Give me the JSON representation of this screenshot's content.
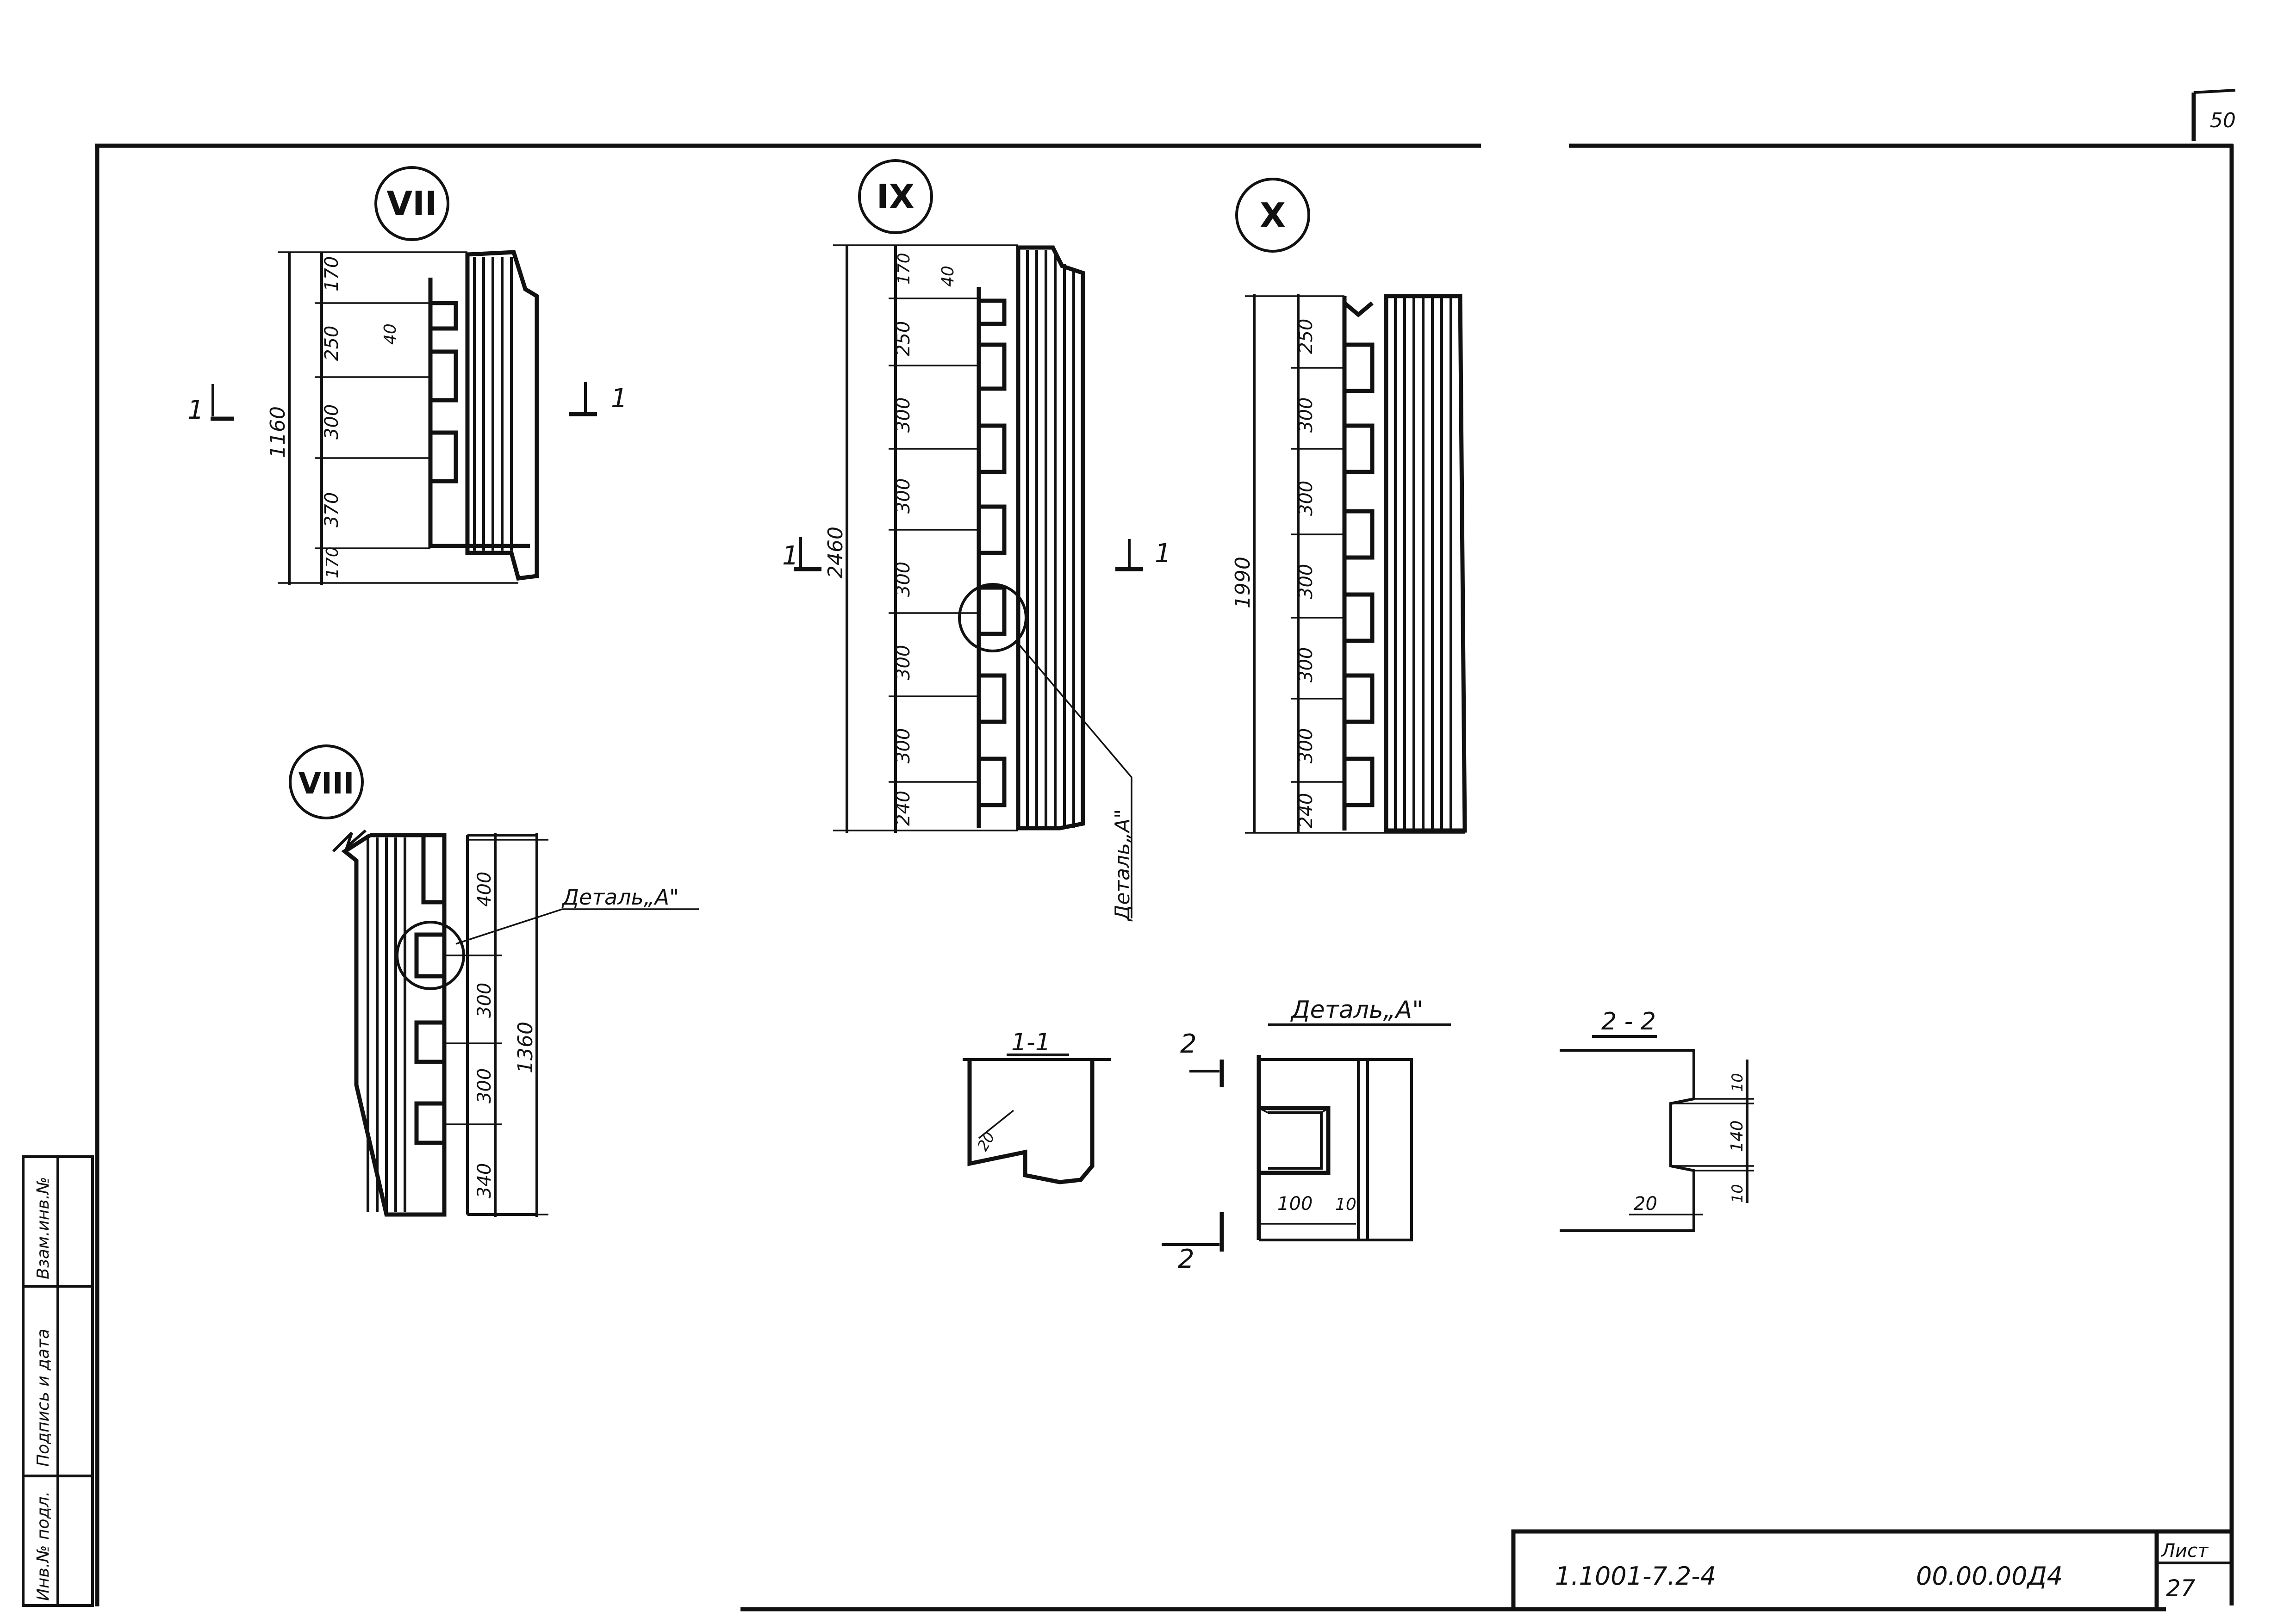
{
  "sheet": {
    "page_number": "50",
    "views": {
      "vii": "VII",
      "viii": "VIII",
      "ix": "IX",
      "x": "X"
    },
    "section_marks": {
      "one": "1",
      "two": "2"
    },
    "section_titles": {
      "s11": "1-1",
      "s22": "2 - 2",
      "detail": "Деталь„А\""
    },
    "callouts": {
      "detail_a": "Деталь„А\""
    },
    "dims": {
      "vii": [
        "170",
        "250",
        "300",
        "370",
        "170",
        "1160",
        "40"
      ],
      "ix": [
        "170",
        "250",
        "300",
        "300",
        "300",
        "300",
        "300",
        "240",
        "2460",
        "40"
      ],
      "x": [
        "250",
        "300",
        "300",
        "300",
        "300",
        "300",
        "240",
        "1990"
      ],
      "viii": [
        "400",
        "300",
        "300",
        "340",
        "1360"
      ],
      "detail": [
        "100",
        "10"
      ],
      "s11": [
        "20"
      ],
      "s22": [
        "10",
        "140",
        "10",
        "20"
      ]
    },
    "side_stamp": {
      "inv_podl": "Инв.№ подл.",
      "podp_data": "Подпись и дата",
      "vzam_inv": "Взам.инв.№"
    },
    "title_block": {
      "code": "1.1001-7.2-4",
      "designation": "00.00.00Д4",
      "sheet_label": "Лист",
      "sheet_no": "27"
    }
  }
}
